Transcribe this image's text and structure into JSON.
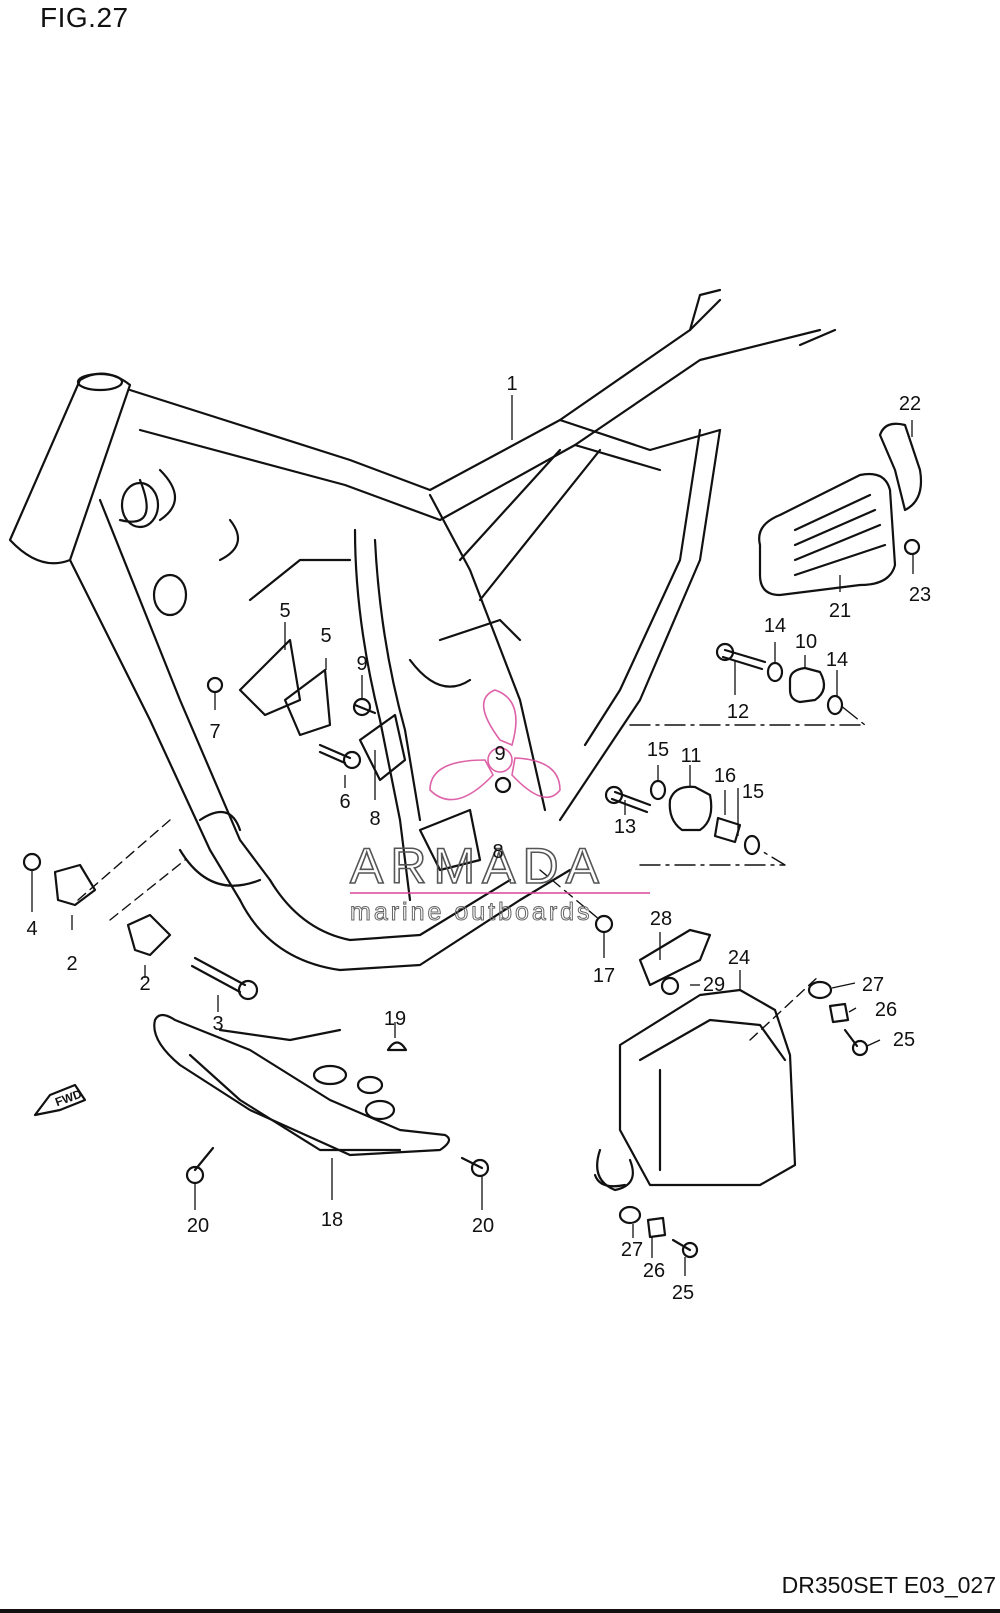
{
  "figure_label": "FIG.27",
  "figure_code": "DR350SET E03_027",
  "fwd_badge": "FWD",
  "watermark": {
    "brand": "ARMADA",
    "tagline": "marine outboards",
    "accent_color": "#d9479a"
  },
  "callouts": {
    "c1": "1",
    "c2a": "2",
    "c2b": "2",
    "c3": "3",
    "c4": "4",
    "c5a": "5",
    "c5b": "5",
    "c6": "6",
    "c7": "7",
    "c8a": "8",
    "c8b": "8",
    "c9a": "9",
    "c9b": "9",
    "c10": "10",
    "c11": "11",
    "c12": "12",
    "c13": "13",
    "c14a": "14",
    "c14b": "14",
    "c15a": "15",
    "c15b": "15",
    "c16": "16",
    "c17": "17",
    "c18": "18",
    "c19": "19",
    "c20a": "20",
    "c20b": "20",
    "c21": "21",
    "c22": "22",
    "c23": "23",
    "c24": "24",
    "c25a": "25",
    "c25b": "25",
    "c26a": "26",
    "c26b": "26",
    "c27a": "27",
    "c27b": "27",
    "c28": "28",
    "c29": "29"
  }
}
